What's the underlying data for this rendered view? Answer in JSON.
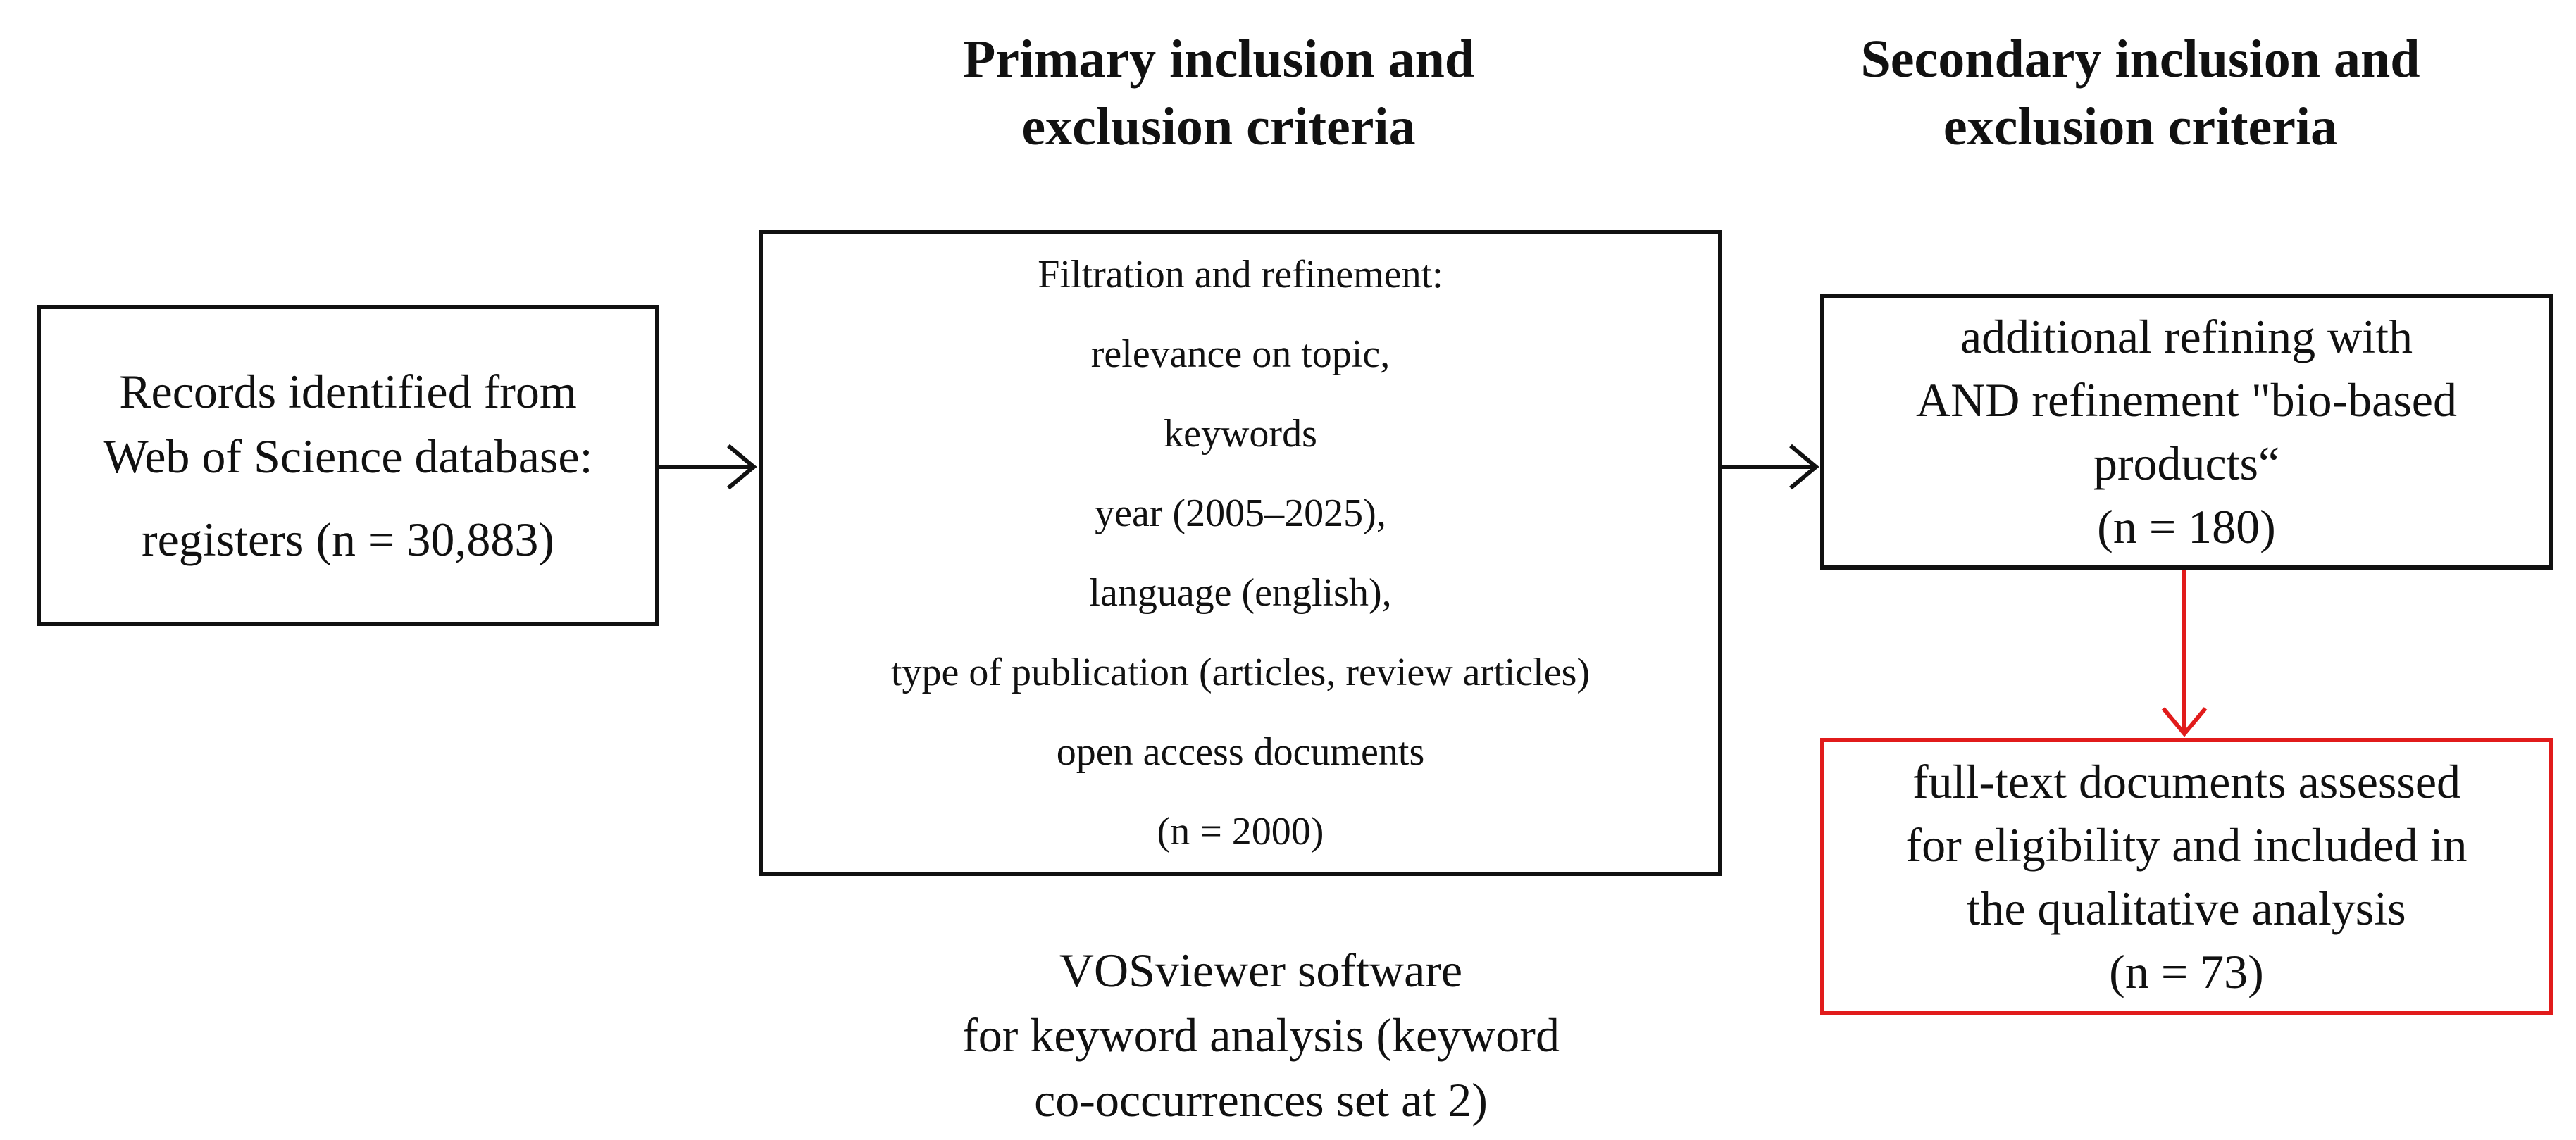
{
  "headings": {
    "primary": [
      "Primary inclusion and",
      "exclusion criteria"
    ],
    "secondary": [
      "Secondary inclusion and",
      "exclusion criteria"
    ]
  },
  "boxes": {
    "records": {
      "lines": [
        "Records identified from",
        "Web of Science database:"
      ],
      "count": "registers (n = 30,883)"
    },
    "filtration": {
      "lines": [
        "Filtration and refinement:",
        "relevance on topic,",
        "keywords",
        "year (2005–2025),",
        "language (english),",
        "type of publication (articles, review articles)",
        "open access documents",
        "(n = 2000)"
      ]
    },
    "additional": {
      "lines": [
        "additional refining with",
        "AND refinement \"bio-based",
        "products“",
        "(n = 180)"
      ]
    },
    "fulltext": {
      "lines": [
        "full-text documents assessed",
        "for eligibility and included in",
        "the qualitative analysis",
        "(n = 73)"
      ]
    }
  },
  "vosviewer": {
    "lines": [
      "VOSviewer software",
      "for keyword analysis (keyword",
      "co-occurrences set at 2)"
    ]
  },
  "colors": {
    "box_border": "#111111",
    "highlight": "#e11b1b"
  }
}
